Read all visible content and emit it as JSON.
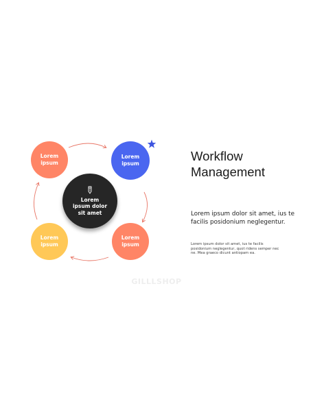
{
  "slide": {
    "title_line1": "Workflow",
    "title_line2": "Management",
    "body": "Lorem ipsum dolor sit amet, ius te facilis posidonium neglegentur.",
    "small_text": "Lorem ipsum dolor sit amet, ius te facilis posidonium neglegentur, quot ridens semper nec ne. Mea graeco dicunt antiopam ea.",
    "watermark": "GILLLSHOP"
  },
  "diagram": {
    "center_label": "Lorem ipsum dolor sit amet",
    "center_icon": "pencil-icon",
    "accent_icon": "star-icon",
    "nodes": [
      {
        "label": "Lorem ipsum",
        "color": "#FF8566"
      },
      {
        "label": "Lorem ipsum",
        "color": "#4A66F0"
      },
      {
        "label": "Lorem ipsum",
        "color": "#FF8566"
      },
      {
        "label": "Lorem ipsum",
        "color": "#FFC857"
      }
    ],
    "center_color": "#262626",
    "connector_color": "#E87565",
    "star_color": "#3D55E0"
  }
}
